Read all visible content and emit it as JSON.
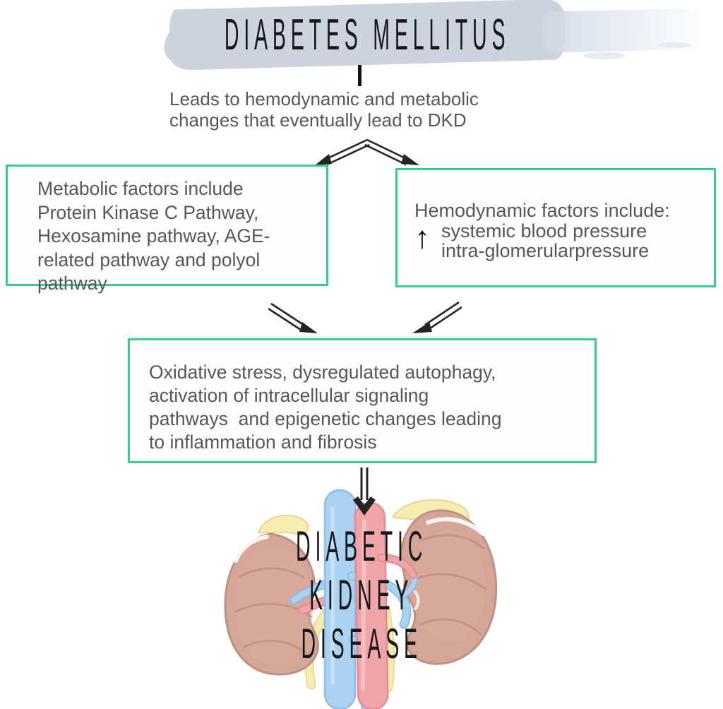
{
  "diagram": {
    "title": "DIABETES MELLITUS",
    "intro_lines": [
      "Leads to hemodynamic and metabolic",
      "changes that eventually lead to DKD"
    ],
    "metabolic_box": {
      "lines": [
        "Metabolic factors include",
        "Protein Kinase C Pathway,",
        "Hexosamine pathway, AGE-",
        "related pathway and polyol",
        "pathway"
      ]
    },
    "hemodynamic_box": {
      "heading": "Hemodynamic factors include:",
      "increase_arrow": "↑",
      "items": [
        "systemic blood pressure",
        "intra-glomerularpressure"
      ]
    },
    "outcome_box": {
      "lines": [
        "Oxidative stress, dysregulated autophagy,",
        "activation of intracellular signaling",
        "pathways  and epigenetic changes leading",
        "to inflammation and fibrosis"
      ]
    },
    "result_lines": [
      "DIABETIC",
      "KIDNEY",
      "DISEASE"
    ]
  },
  "icons": {
    "split_arrow_left": "double-line-arrow-down-left",
    "split_arrow_right": "double-line-arrow-down-right",
    "converge_arrow_left": "double-line-arrow-down-right",
    "converge_arrow_right": "double-line-arrow-down-left",
    "final_arrow": "double-line-arrow-down",
    "increase_arrow": "up-arrow"
  },
  "colors": {
    "box_border": "#35cd92",
    "body_text": "#56575a",
    "title_text": "#17181a",
    "brush": "#ccd3dc",
    "kidney_fill": "#d5a597",
    "kidney_outline": "#bd9184",
    "vein_blue": "#a9d3f1",
    "artery_red": "#f0a4a7",
    "adrenal_yellow": "#f8edb0"
  }
}
